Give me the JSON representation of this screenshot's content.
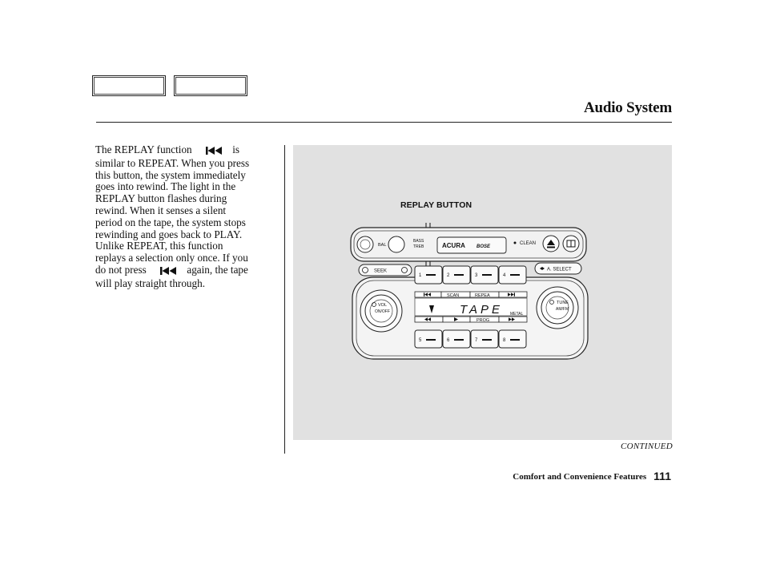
{
  "header": {
    "section_title": "Audio System"
  },
  "body": {
    "lines": [
      [
        "The REPLAY function",
        "is"
      ],
      "similar to REPEAT. When you press",
      "this button, the system immediately",
      "goes into rewind. The light in the",
      "REPLAY button flashes during",
      "rewind. When it senses a silent",
      "period on the tape, the system stops",
      "rewinding and goes back to PLAY.",
      "Unlike REPEAT, this function",
      "replays a selection only once. If you",
      [
        "do not press",
        "again, the tape"
      ],
      "will play straight through."
    ],
    "inline_icon": "replay-icon"
  },
  "figure": {
    "callout_label": "REPLAY BUTTON",
    "radio": {
      "labels": {
        "bal": "BAL",
        "bass": "BASS",
        "treb": "TREB",
        "brand": "ACURA",
        "audio_brand": "BOSE",
        "clean": "CLEAN",
        "seek": "SEEK",
        "a_select": "A. SELECT",
        "vol": "VOL",
        "on_off": "ON/OFF",
        "tune": "TUNE",
        "am_fm": "AM/FM",
        "scan": "SCAN",
        "repeat": "REPEA",
        "prog": "PROG",
        "display": "TAPE",
        "metal": "METAL"
      },
      "presets": [
        "1",
        "2",
        "3",
        "4",
        "5",
        "6",
        "7",
        "8"
      ],
      "icons": [
        "eject-icon",
        "dolby-icon",
        "replay-icon",
        "fast-forward-icon",
        "rewind-icon",
        "play-icon",
        "skip-forward-icon"
      ]
    }
  },
  "footer": {
    "continued": "CONTINUED",
    "section": "Comfort and Convenience Features",
    "page_number": "111"
  }
}
